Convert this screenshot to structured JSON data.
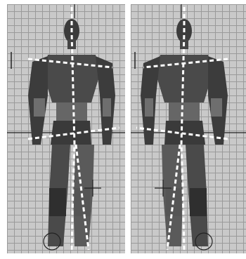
{
  "viewports": [
    {
      "id": "left",
      "view": "front",
      "mirrored": false
    },
    {
      "id": "right",
      "view": "front",
      "mirrored": true
    }
  ],
  "colors": {
    "grid_bg": "#c9c9c9",
    "grid_line": "#9a9a9a",
    "axis_line": "#222222",
    "body_dark": "#3c3c3c",
    "body_mid": "#5a5a5a",
    "body_light": "#7a7a7a",
    "guide": "#ffffff"
  },
  "icons": [
    "gizmo-cross-icon",
    "foot-circle-icon",
    "marker-bar-icon"
  ]
}
